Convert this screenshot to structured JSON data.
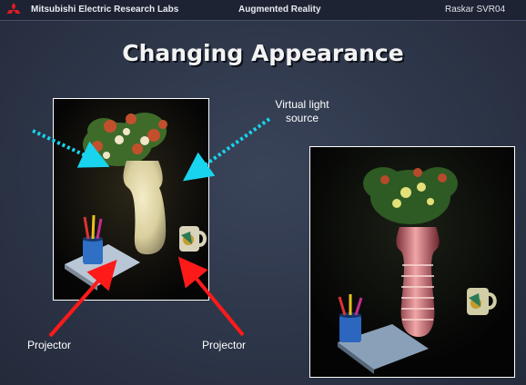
{
  "header": {
    "organization": "Mitsubishi Electric Research Labs",
    "section": "Augmented Reality",
    "author": "Raskar SVR04",
    "logo_icon": "mitsubishi-three-diamond-logo",
    "logo_color": "#e11b22"
  },
  "slide": {
    "title": "Changing Appearance"
  },
  "annotations": {
    "virtual_light_source": "Virtual light source",
    "projector_left": "Projector",
    "projector_right": "Projector"
  },
  "colors": {
    "background": "#2b3346",
    "light_arrow": "#19d4ee",
    "projector_arrow": "#ff1a1a",
    "title_text": "#f3f3f3"
  },
  "icons": {
    "light_arrows": "dotted-arrow",
    "projector_arrows": "solid-arrow"
  }
}
